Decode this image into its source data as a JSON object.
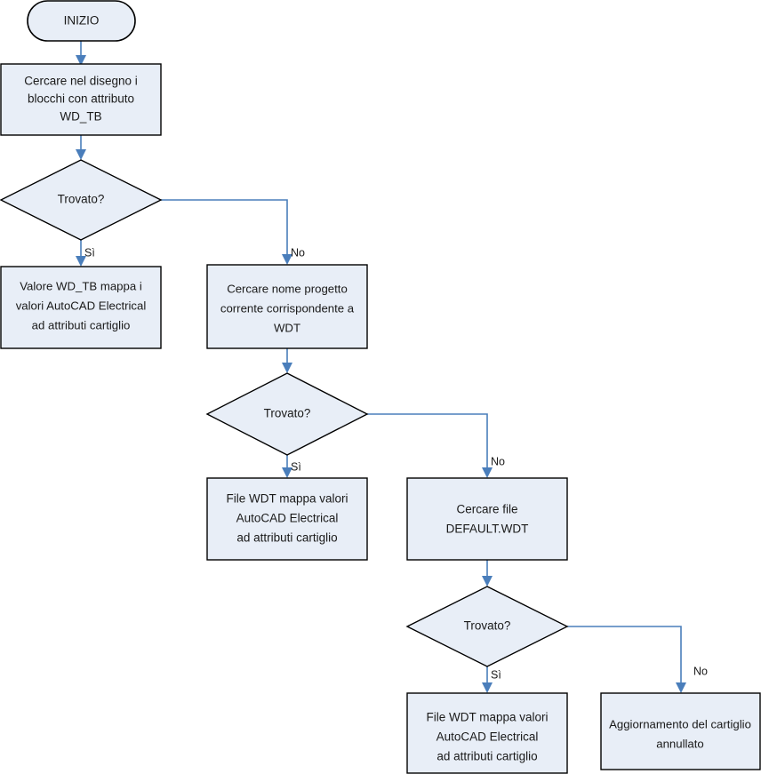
{
  "diagram": {
    "type": "flowchart",
    "language": "it",
    "colors": {
      "node_fill": "#e8eef7",
      "node_stroke": "#000000",
      "connector": "#4a7ebb",
      "text": "#1a1a1a",
      "background": "#ffffff"
    }
  },
  "nodes": {
    "start": {
      "shape": "terminator",
      "label": "INIZIO"
    },
    "search_blocks": {
      "shape": "process",
      "line1": "Cercare nel disegno i",
      "line2": "blocchi con attributo",
      "line3": "WD_TB"
    },
    "decision1": {
      "shape": "decision",
      "label": "Trovato?"
    },
    "wdtb_maps": {
      "shape": "process",
      "line1": "Valore WD_TB mappa i",
      "line2": "valori AutoCAD Electrical",
      "line3": "ad attributi cartiglio"
    },
    "search_project": {
      "shape": "process",
      "line1": "Cercare nome progetto",
      "line2": "corrente corrispondente a",
      "line3": "WDT"
    },
    "decision2": {
      "shape": "decision",
      "label": "Trovato?"
    },
    "wdt_maps_a": {
      "shape": "process",
      "line1": "File WDT mappa valori",
      "line2": "AutoCAD Electrical",
      "line3": "ad attributi cartiglio"
    },
    "search_default": {
      "shape": "process",
      "line1": "Cercare file",
      "line2": "DEFAULT.WDT"
    },
    "decision3": {
      "shape": "decision",
      "label": "Trovato?"
    },
    "wdt_maps_b": {
      "shape": "process",
      "line1": "File WDT mappa valori",
      "line2": "AutoCAD Electrical",
      "line3": "ad attributi cartiglio"
    },
    "cancelled": {
      "shape": "process",
      "line1": "Aggiornamento del cartiglio",
      "line2": "annullato"
    }
  },
  "edge_labels": {
    "yes1": "Sì",
    "no1": "No",
    "yes2": "Sì",
    "no2": "No",
    "yes3": "Sì",
    "no3": "No"
  }
}
